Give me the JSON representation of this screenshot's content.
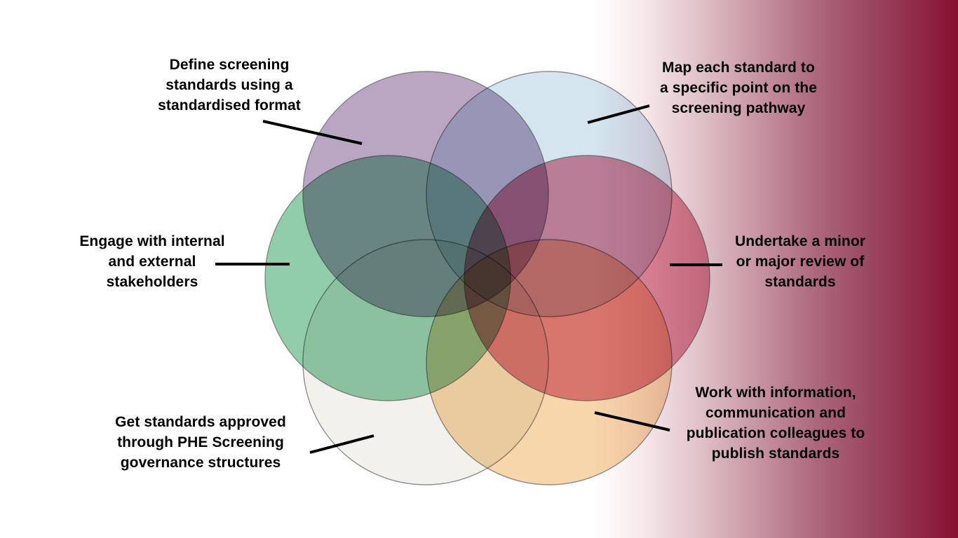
{
  "page": {
    "gradient": {
      "stops": [
        {
          "color": "#ffffff"
        },
        {
          "color": "#ffffff"
        },
        {
          "color": "#f6e9ec"
        },
        {
          "color": "#e0c2c9"
        },
        {
          "color": "#c795a3"
        },
        {
          "color": "#ad697e"
        },
        {
          "color": "#97405c"
        },
        {
          "color": "#881031"
        }
      ]
    }
  },
  "diagram": {
    "circle_stroke": "#6e6e6e",
    "leader_color": "#000000",
    "circles": [
      {
        "name": "define-standards-circle",
        "color": "#ab97b8"
      },
      {
        "name": "map-standards-circle",
        "color": "#cde0ec"
      },
      {
        "name": "engage-stakeholders-circle",
        "color": "#7fc49c"
      },
      {
        "name": "review-standards-circle",
        "color": "#d9778f"
      },
      {
        "name": "approve-standards-circle",
        "color": "#f0efe9"
      },
      {
        "name": "publish-standards-circle",
        "color": "#f6cf9e"
      }
    ],
    "labels": [
      {
        "text": "Define screening\nstandards using a\nstandardised format"
      },
      {
        "text": "Map each standard to\na specific point on the\nscreening pathway"
      },
      {
        "text": "Engage with internal\nand external\nstakeholders"
      },
      {
        "text": "Undertake a minor\nor major review of\nstandards"
      },
      {
        "text": "Get standards approved\nthrough PHE Screening\ngovernance structures"
      },
      {
        "text": "Work with information,\ncommunication and\npublication colleagues to\npublish standards"
      }
    ]
  }
}
